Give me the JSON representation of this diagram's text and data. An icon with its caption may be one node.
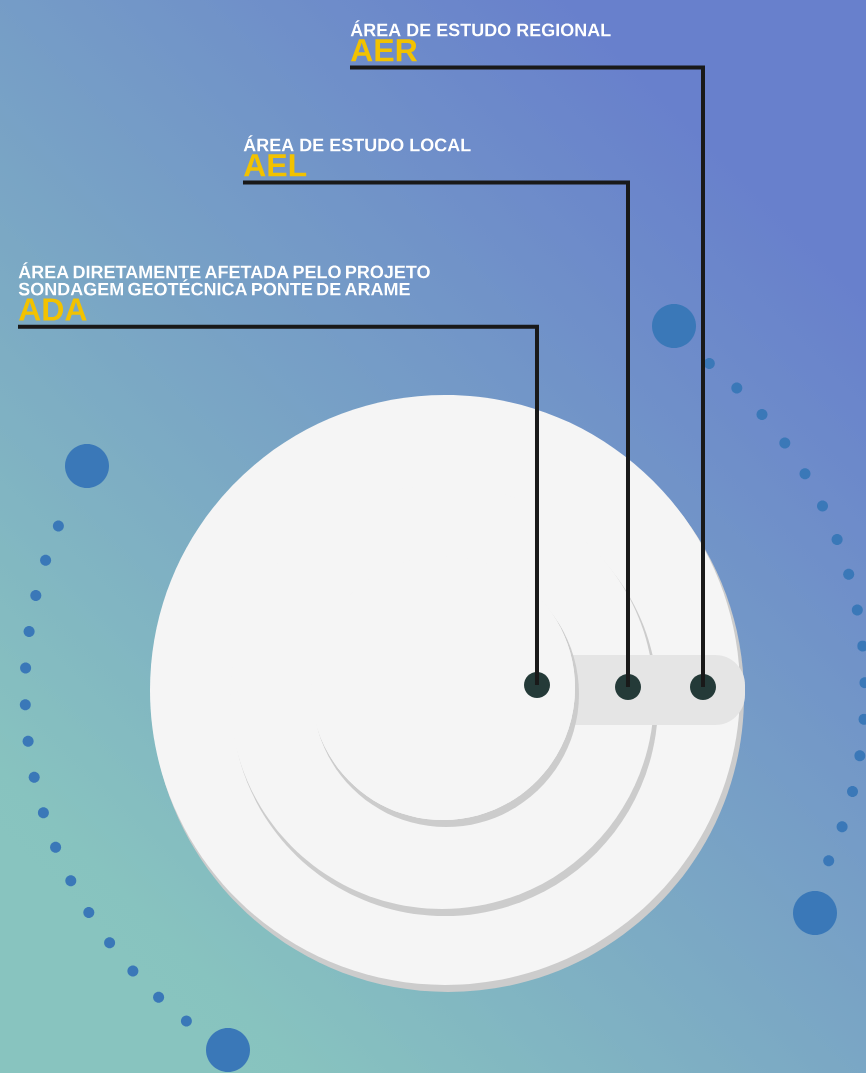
{
  "diagram": {
    "nodes": [
      {
        "text": [
          "ÁREA DE ESTUDO REGIONAL",
          "AER"
        ]
      },
      {
        "text": [
          "ÁREA DE ESTUDO LOCAL",
          "AEL"
        ]
      },
      {
        "text": [
          "ÁREA DIRETAMENTE AFETADA PELO PROJETO SONDAGEM GEOTÉCNICA PONTE DE ARAME",
          "ADA"
        ]
      },
      {
        "text": [],
        "shape": "circle"
      },
      {
        "text": [],
        "shape": "circle"
      },
      {
        "text": [],
        "shape": "circle"
      }
    ],
    "edges": [
      {
        "from": 0,
        "to": 5,
        "arrow": "none"
      },
      {
        "from": 1,
        "to": 4,
        "arrow": "none"
      },
      {
        "from": 2,
        "to": 3,
        "arrow": "none"
      }
    ]
  }
}
